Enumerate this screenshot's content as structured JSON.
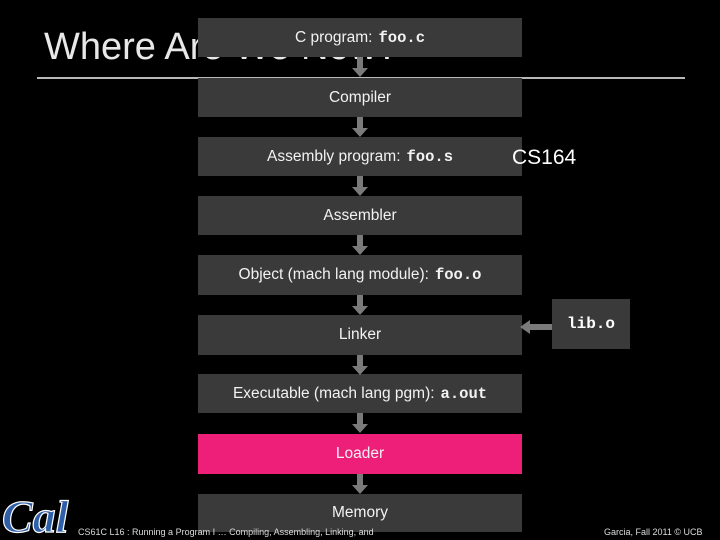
{
  "slide": {
    "title": "Where Are We Now?",
    "side_label": "CS164",
    "lib_box": "lib.o",
    "footer_left": "CS61C L16 : Running a Program I … Compiling, Assembling, Linking, and",
    "footer_right": "Garcia, Fall 2011 © UCB",
    "logo_text": "Cal"
  },
  "flow": [
    {
      "text": "C program:",
      "code": "foo.c",
      "highlight": false
    },
    {
      "text": "Compiler",
      "code": "",
      "highlight": false
    },
    {
      "text": "Assembly program:",
      "code": "foo.s",
      "highlight": false
    },
    {
      "text": "Assembler",
      "code": "",
      "highlight": false
    },
    {
      "text": "Object (mach lang module):",
      "code": "foo.o",
      "highlight": false
    },
    {
      "text": "Linker",
      "code": "",
      "highlight": false
    },
    {
      "text": "Executable (mach lang pgm):",
      "code": "a.out",
      "highlight": false
    },
    {
      "text": "Loader",
      "code": "",
      "highlight": true
    },
    {
      "text": "Memory",
      "code": "",
      "highlight": false
    }
  ],
  "colors": {
    "background": "#000000",
    "box": "#3a3a3a",
    "highlight": "#ee1f78",
    "arrow": "#7a7a7a",
    "logo": "#2f5fa8"
  }
}
